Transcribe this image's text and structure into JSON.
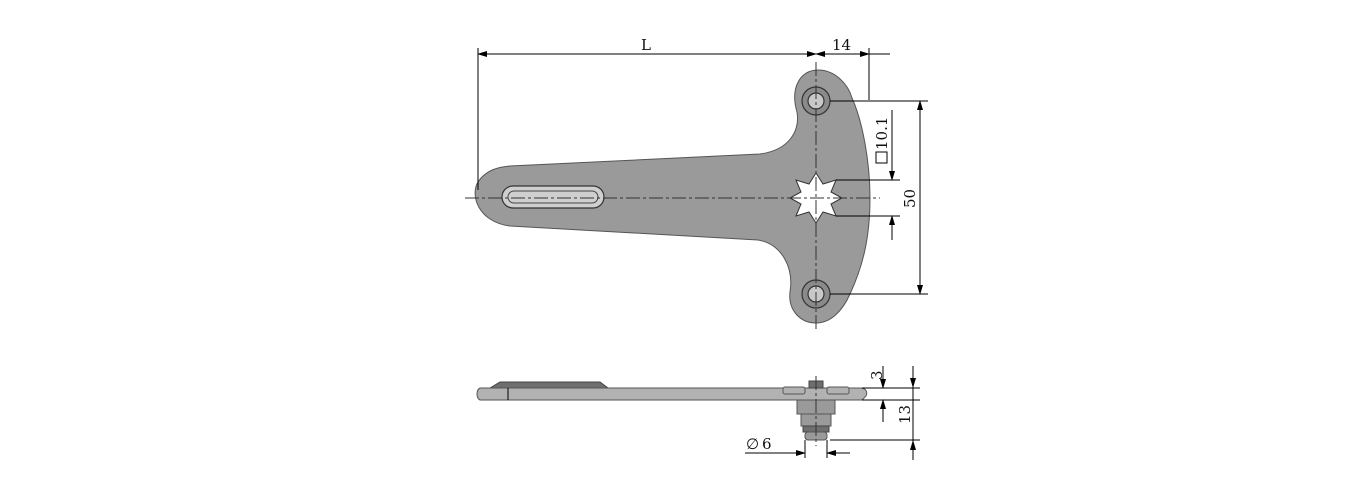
{
  "labels": {
    "length": "L",
    "offset": "14",
    "square": "10.1",
    "height": "50",
    "thickness": "3",
    "total_height": "13",
    "diameter": "6",
    "diameter_symbol": "∅"
  }
}
